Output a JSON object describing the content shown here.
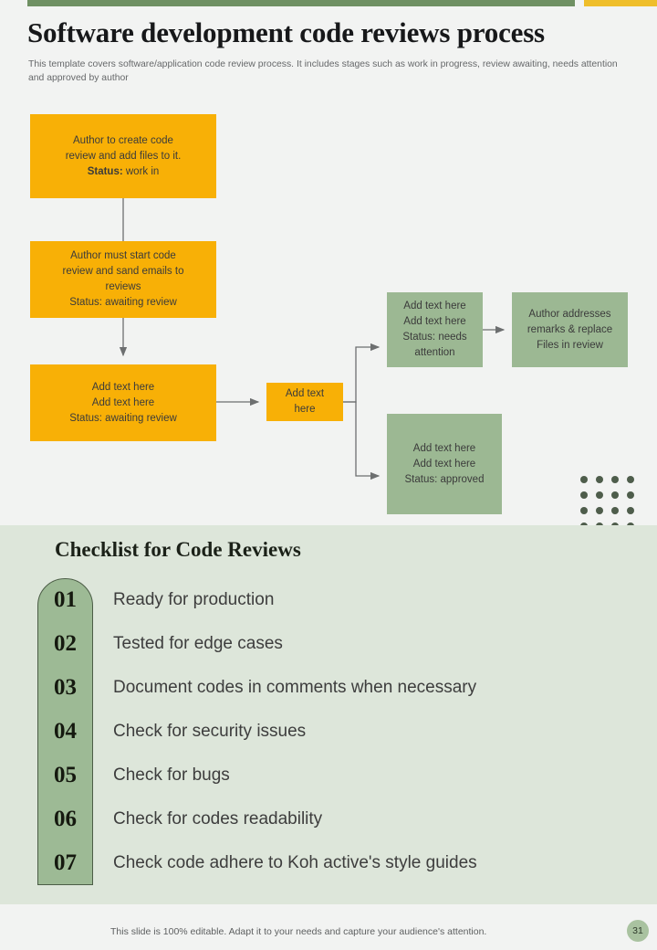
{
  "header": {
    "title": "Software development code reviews process",
    "subtitle": "This template covers software/application code review process. It includes stages such as work in progress, review awaiting, needs attention and approved by author"
  },
  "colors": {
    "accent_green": "#6f9063",
    "accent_yellow": "#efbe2b",
    "node_orange": "#f8b006",
    "node_green": "#9cb893",
    "panel_green": "#dde6da",
    "number_column_green": "#9dba95",
    "page_background": "#f2f3f2"
  },
  "flow": {
    "nodes": [
      {
        "id": "author-create",
        "color": "orange",
        "lines": [
          "Author to create code",
          "review and add files to it.",
          "Status: work in"
        ],
        "status_prefix": "Status:",
        "status_value": " work in",
        "line1": "Author to create code",
        "line2": "review and add files to it."
      },
      {
        "id": "author-start",
        "color": "orange",
        "line1": "Author must start code",
        "line2": "review and sand emails to",
        "line3": "reviews",
        "line4": "Status: awaiting review"
      },
      {
        "id": "add-await",
        "color": "orange",
        "line1": "Add text here",
        "line2": "Add text here",
        "line3": "Status: awaiting review"
      },
      {
        "id": "add-small",
        "color": "orange",
        "line1": "Add text",
        "line2": "here"
      },
      {
        "id": "needs-attention",
        "color": "green",
        "line1": "Add text here",
        "line2": "Add text here",
        "line3": "Status: needs",
        "line4": "attention"
      },
      {
        "id": "author-address",
        "color": "green",
        "line1": "Author addresses",
        "line2": "remarks & replace",
        "line3": "Files in review"
      },
      {
        "id": "approved",
        "color": "green",
        "line1": "Add text here",
        "line2": "Add text here",
        "line3": "Status: approved"
      }
    ]
  },
  "checklist": {
    "title": "Checklist for Code Reviews",
    "items": [
      {
        "number": "01",
        "text": "Ready for production"
      },
      {
        "number": "02",
        "text": "Tested for edge cases"
      },
      {
        "number": "03",
        "text": "Document codes in comments when necessary"
      },
      {
        "number": "04",
        "text": "Check for security issues"
      },
      {
        "number": "05",
        "text": "Check for bugs"
      },
      {
        "number": "06",
        "text": "Check for codes readability"
      },
      {
        "number": "07",
        "text": "Check code adhere to Koh active's style guides"
      }
    ]
  },
  "footer": {
    "note": "This slide is 100% editable. Adapt it to your needs and capture your audience's attention.",
    "page_number": "31"
  }
}
